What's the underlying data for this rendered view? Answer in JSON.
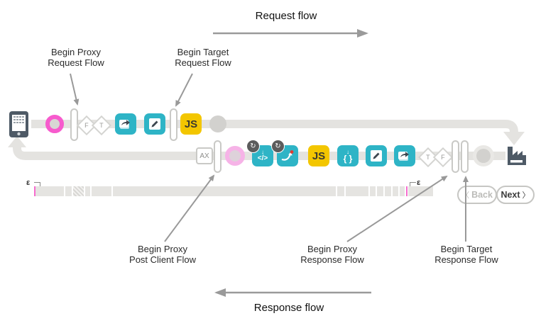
{
  "header": {
    "request_flow_label": "Request flow"
  },
  "footer": {
    "response_flow_label": "Response flow"
  },
  "annotations": {
    "begin_proxy_request": {
      "line1": "Begin Proxy",
      "line2": "Request Flow"
    },
    "begin_target_request": {
      "line1": "Begin Target",
      "line2": "Request Flow"
    },
    "begin_proxy_post_client": {
      "line1": "Begin Proxy",
      "line2": "Post Client Flow"
    },
    "begin_proxy_response": {
      "line1": "Begin Proxy",
      "line2": "Response Flow"
    },
    "begin_target_response": {
      "line1": "Begin Target",
      "line2": "Response Flow"
    }
  },
  "flow": {
    "request_row": {
      "condition_false": "F",
      "condition_true": "T",
      "js_label": "JS"
    },
    "response_row": {
      "analytics_label": "AX",
      "code_glyph": "</>",
      "braces_glyph": "{ }",
      "js_label": "JS",
      "condition_true": "T",
      "condition_false": "F"
    }
  },
  "icons": {
    "down_arrow_glyph": "↓",
    "loop_glyph": "↻"
  },
  "timeline": {
    "epsilon_left": "ε",
    "epsilon_right": "ε",
    "controls": {
      "back_chevron": "〈",
      "back_label": "Back",
      "next_label": "Next",
      "next_chevron": "〉"
    }
  },
  "colors": {
    "teal": "#2eb4c6",
    "yellow": "#f3c600",
    "pink": "#f75bcd",
    "pink_faded": "#f6b3e7",
    "track": "#e4e3e0",
    "slate": "#4e5a66",
    "arrow_gray": "#999999"
  }
}
